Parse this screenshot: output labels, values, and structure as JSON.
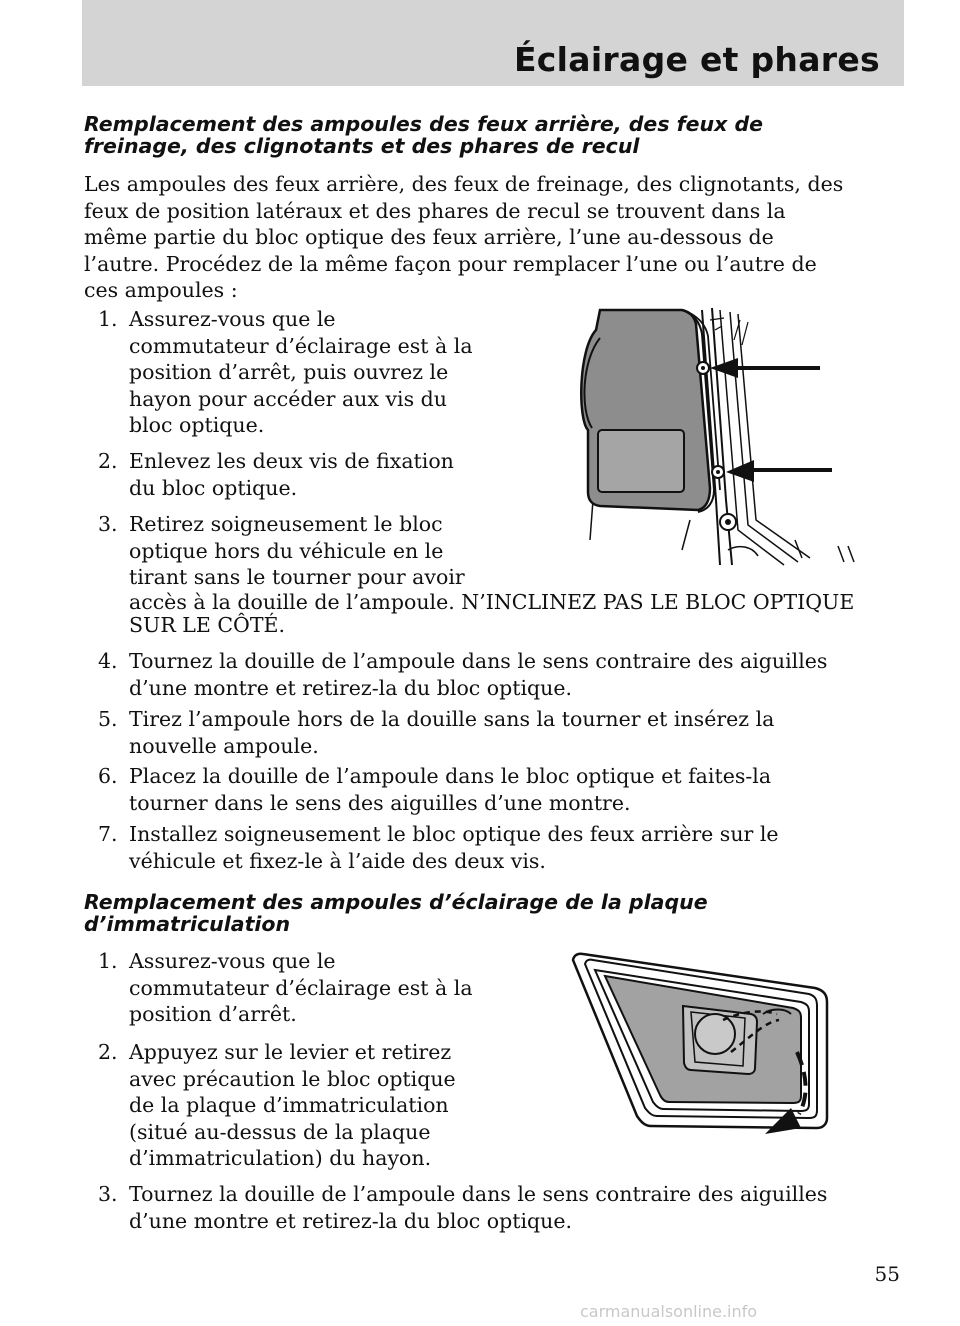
{
  "header": {
    "title": "Éclairage et phares"
  },
  "section1": {
    "title_lines": [
      "Remplacement des ampoules des feux arrière, des feux de",
      "freinage, des clignotants et des phares de recul"
    ],
    "intro_lines": [
      "Les ampoules des feux arrière, des feux de freinage, des clignotants, des",
      "feux de position latéraux et des phares de recul se trouvent dans la",
      "même partie du bloc optique des feux arrière, l’une au-dessous de",
      "l’autre. Procédez de la même façon pour remplacer l’une ou l’autre de",
      "ces ampoules :"
    ],
    "steps": [
      {
        "num": "1.",
        "lines": [
          "Assurez-vous que le",
          "commutateur d’éclairage est à la",
          "position d’arrêt, puis ouvrez le",
          "hayon pour accéder aux vis du",
          "bloc optique."
        ]
      },
      {
        "num": "2.",
        "lines": [
          "Enlevez les deux vis de fixation",
          "du bloc optique."
        ]
      },
      {
        "num": "3.",
        "lines": [
          "Retirez soigneusement le bloc",
          "optique hors du véhicule en le",
          "tirant sans le tourner pour avoir",
          "accès à la douille de l’ampoule. N’INCLINEZ PAS LE BLOC OPTIQUE",
          "SUR LE CÔTÉ."
        ]
      },
      {
        "num": "4.",
        "lines": [
          "Tournez la douille de l’ampoule dans le sens contraire des aiguilles",
          "d’une montre et retirez-la du bloc optique."
        ]
      },
      {
        "num": "5.",
        "lines": [
          "Tirez l’ampoule hors de la douille sans la tourner et insérez la",
          "nouvelle ampoule."
        ]
      },
      {
        "num": "6.",
        "lines": [
          "Placez la douille de l’ampoule dans le bloc optique et faites-la",
          "tourner dans le sens des aiguilles d’une montre."
        ]
      },
      {
        "num": "7.",
        "lines": [
          "Installez soigneusement le bloc optique des feux arrière sur le",
          "véhicule et fixez-le à l’aide des deux vis."
        ]
      }
    ]
  },
  "section2": {
    "title_lines": [
      "Remplacement des ampoules d’éclairage de la plaque",
      "d’immatriculation"
    ],
    "steps": [
      {
        "num": "1.",
        "lines": [
          "Assurez-vous que le",
          "commutateur d’éclairage est à la",
          "position d’arrêt."
        ]
      },
      {
        "num": "2.",
        "lines": [
          "Appuyez sur le levier et retirez",
          "avec précaution le bloc optique",
          "de la plaque d’immatriculation",
          "(situé au-dessus de la plaque",
          "d’immatriculation) du hayon."
        ]
      },
      {
        "num": "3.",
        "lines": [
          "Tournez la douille de l’ampoule dans le sens contraire des aiguilles",
          "d’une montre et retirez-la du bloc optique."
        ]
      }
    ]
  },
  "page_number": "55",
  "watermark": "carmanualsonline.info"
}
